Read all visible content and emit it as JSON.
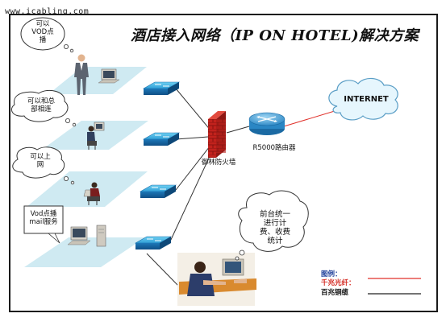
{
  "watermark": "www.icabling.com",
  "title": "酒店接入网络（IP ON HOTEL)解决方案",
  "floors": [
    {
      "callout": [
        "可以",
        "VOD点",
        "播"
      ]
    },
    {
      "callout": [
        "可以和总",
        "部相连"
      ]
    },
    {
      "callout": [
        "可以上",
        "网"
      ]
    },
    {
      "callout": [
        "Vod点播",
        "mail服务"
      ]
    }
  ],
  "firewall_label": "御林防火墙",
  "router_label": "R5000路由器",
  "internet_label": "INTERNET",
  "front_desk_callout": [
    "前台统一",
    "进行计",
    "费、收费",
    "统计"
  ],
  "legend": {
    "title": "图例：",
    "items": [
      {
        "label": "千兆光纤：",
        "color": "#e0302a"
      },
      {
        "label": "百兆铜缆",
        "color": "#222222"
      }
    ]
  }
}
